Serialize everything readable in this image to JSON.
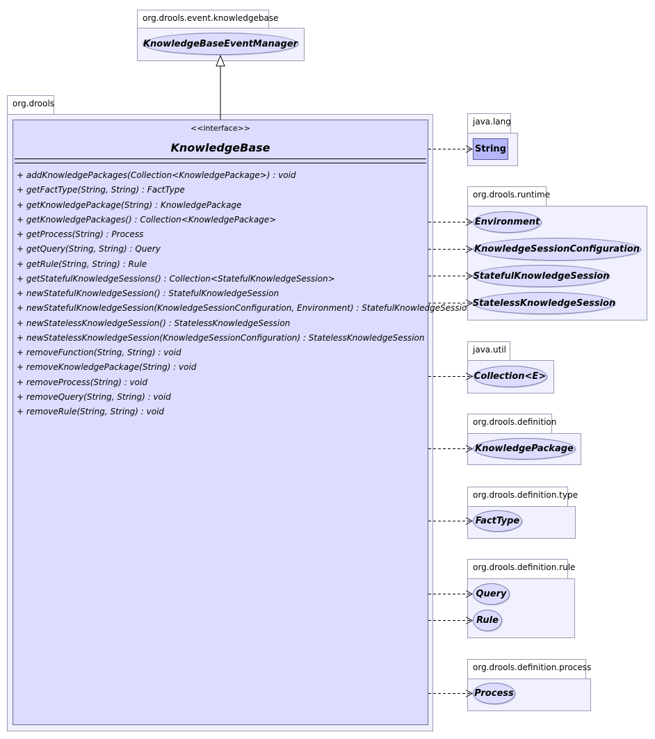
{
  "superpackage": {
    "name": "org.drools.event.knowledgebase",
    "interface": "KnowledgeBaseEventManager"
  },
  "main_package": {
    "name": "org.drools",
    "stereotype": "<<interface>>",
    "class_name": "KnowledgeBase",
    "methods": [
      "+ addKnowledgePackages(Collection<KnowledgePackage>) : void",
      "+ getFactType(String, String) : FactType",
      "+ getKnowledgePackage(String) : KnowledgePackage",
      "+ getKnowledgePackages() : Collection<KnowledgePackage>",
      "+ getProcess(String) : Process",
      "+ getQuery(String, String) : Query",
      "+ getRule(String, String) : Rule",
      "+ getStatefulKnowledgeSessions() : Collection<StatefulKnowledgeSession>",
      "+ newStatefulKnowledgeSession() : StatefulKnowledgeSession",
      "+ newStatefulKnowledgeSession(KnowledgeSessionConfiguration, Environment) : StatefulKnowledgeSession",
      "+ newStatelessKnowledgeSession() : StatelessKnowledgeSession",
      "+ newStatelessKnowledgeSession(KnowledgeSessionConfiguration) : StatelessKnowledgeSession",
      "+ removeFunction(String, String) : void",
      "+ removeKnowledgePackage(String) : void",
      "+ removeProcess(String) : void",
      "+ removeQuery(String, String) : void",
      "+ removeRule(String, String) : void"
    ]
  },
  "dependencies": [
    {
      "package": "java.lang",
      "items": [
        {
          "name": "String",
          "kind": "class"
        }
      ]
    },
    {
      "package": "org.drools.runtime",
      "items": [
        {
          "name": "Environment",
          "kind": "interface"
        },
        {
          "name": "KnowledgeSessionConfiguration",
          "kind": "interface"
        },
        {
          "name": "StatefulKnowledgeSession",
          "kind": "interface"
        },
        {
          "name": "StatelessKnowledgeSession",
          "kind": "interface"
        }
      ]
    },
    {
      "package": "java.util",
      "items": [
        {
          "name": "Collection<E>",
          "kind": "interface"
        }
      ]
    },
    {
      "package": "org.drools.definition",
      "items": [
        {
          "name": "KnowledgePackage",
          "kind": "interface"
        }
      ]
    },
    {
      "package": "org.drools.definition.type",
      "items": [
        {
          "name": "FactType",
          "kind": "interface"
        }
      ]
    },
    {
      "package": "org.drools.definition.rule",
      "items": [
        {
          "name": "Query",
          "kind": "interface"
        },
        {
          "name": "Rule",
          "kind": "interface"
        }
      ]
    },
    {
      "package": "org.drools.definition.process",
      "items": [
        {
          "name": "Process",
          "kind": "interface"
        }
      ]
    }
  ],
  "colors": {
    "interface_fill": "#dcdcfe",
    "class_fill": "#b6b6fb",
    "package_fill": "#f0f0ff"
  }
}
